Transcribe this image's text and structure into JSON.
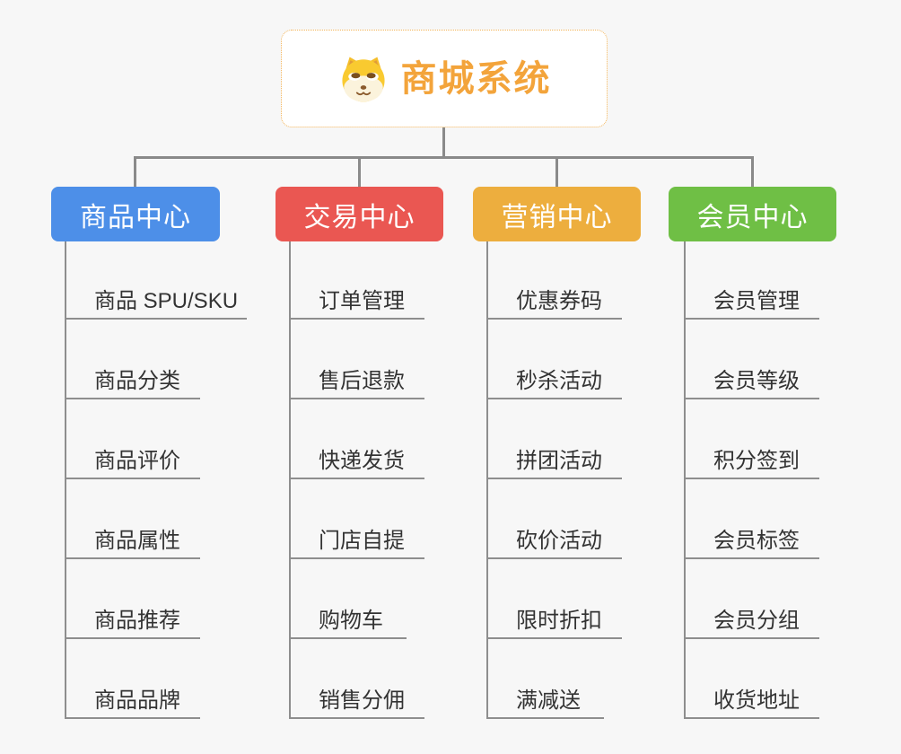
{
  "page": {
    "background": "#F7F7F7",
    "connector_color": "#8A8A8A"
  },
  "root": {
    "title": "商城系统",
    "text_color": "#F3A43B",
    "border_color": "#F2B357",
    "icon": "doge-icon"
  },
  "branches": [
    {
      "label": "商品中心",
      "color": "#4D8FE8",
      "children": [
        "商品 SPU/SKU",
        "商品分类",
        "商品评价",
        "商品属性",
        "商品推荐",
        "商品品牌"
      ]
    },
    {
      "label": "交易中心",
      "color": "#EA5752",
      "children": [
        "订单管理",
        "售后退款",
        "快递发货",
        "门店自提",
        "购物车",
        "销售分佣"
      ]
    },
    {
      "label": "营销中心",
      "color": "#EDAE3E",
      "children": [
        "优惠券码",
        "秒杀活动",
        "拼团活动",
        "砍价活动",
        "限时折扣",
        "满减送"
      ]
    },
    {
      "label": "会员中心",
      "color": "#6FBF45",
      "children": [
        "会员管理",
        "会员等级",
        "积分签到",
        "会员标签",
        "会员分组",
        "收货地址"
      ]
    }
  ]
}
